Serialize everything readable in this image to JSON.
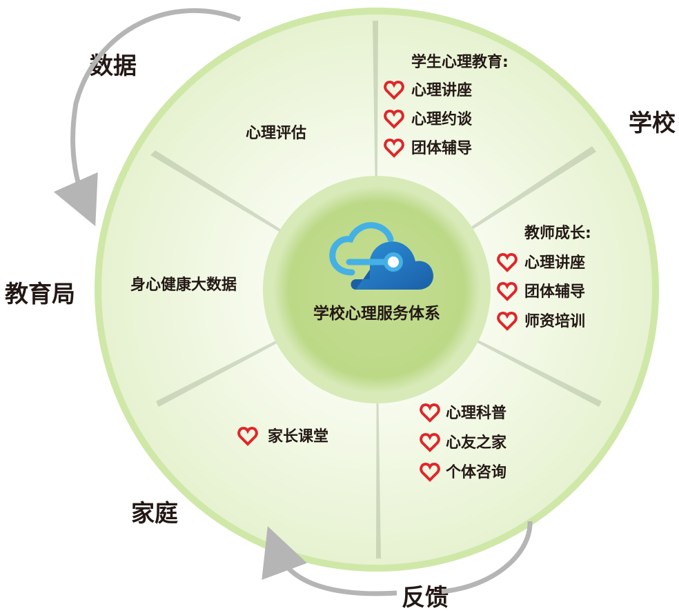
{
  "outer_labels": {
    "data": "数据",
    "school": "学校",
    "bureau": "教育局",
    "family": "家庭",
    "feedback": "反馈"
  },
  "center": {
    "title": "学校心理服务体系",
    "icon": "cloud-icon"
  },
  "segments": {
    "assessment": {
      "label": "心理评估"
    },
    "student_education": {
      "heading": "学生心理教育:",
      "items": [
        "心理讲座",
        "心理约谈",
        "团体辅导"
      ]
    },
    "teacher_growth": {
      "heading": "教师成长:",
      "items": [
        "心理讲座",
        "团体辅导",
        "师资培训"
      ]
    },
    "counseling": {
      "items": [
        "心理科普",
        "心友之家",
        "个体咨询"
      ]
    },
    "parents": {
      "items": [
        "家长课堂"
      ]
    },
    "health_data": {
      "label": "身心健康大数据"
    }
  },
  "colors": {
    "ring_border": "#c9e6a0",
    "ring_fill": "#eef6df",
    "hub_outer": "#d6e9b5",
    "hub_inner": "#c0db8e",
    "heart": "#e0262b",
    "arrow": "#b5b5b5",
    "cloud_light": "#3fa9e0",
    "cloud_dark": "#1c6fb8"
  }
}
